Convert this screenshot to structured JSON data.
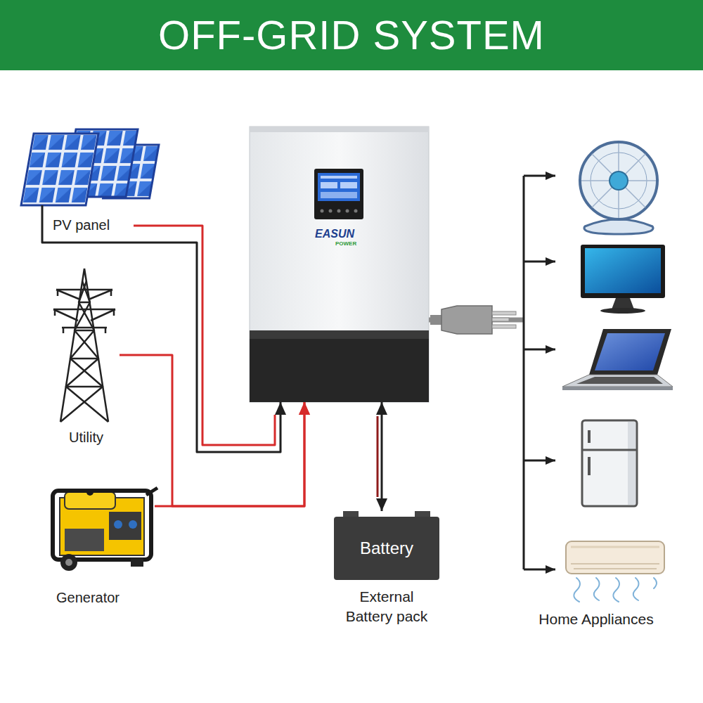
{
  "diagram": {
    "title": "OFF-GRID SYSTEM",
    "nodes": [
      {
        "text": [
          "PV panel"
        ]
      },
      {
        "text": [
          "Utility"
        ]
      },
      {
        "text": [
          "Generator"
        ]
      },
      {
        "text": [
          "EASUN",
          "POWER"
        ]
      },
      {
        "text": [
          "Battery",
          "External Battery pack"
        ]
      },
      {
        "text": [
          "Home Appliances"
        ]
      }
    ],
    "edges": [
      {
        "from": 0,
        "to": 3,
        "arrow": "to"
      },
      {
        "from": 1,
        "to": 3,
        "arrow": "to"
      },
      {
        "from": 2,
        "to": 3,
        "arrow": "to"
      },
      {
        "from": 3,
        "to": 4,
        "arrow": "both"
      },
      {
        "from": 3,
        "to": 5,
        "arrow": "to"
      }
    ]
  }
}
